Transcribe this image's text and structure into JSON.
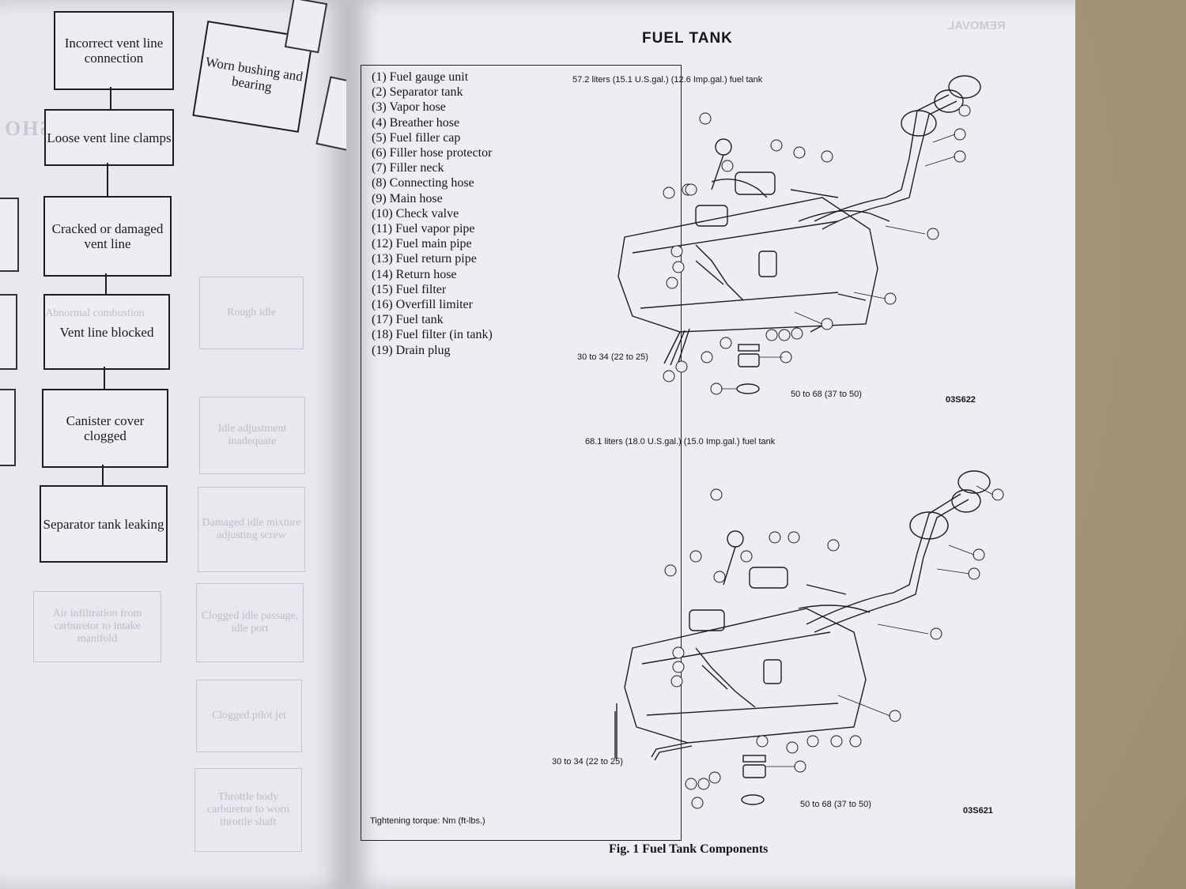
{
  "left_page": {
    "boxes": [
      {
        "name": "incorrect-vent-line-box",
        "text": "Incorrect vent line connection"
      },
      {
        "name": "worn-bushing-box",
        "text": "Worn bushing and bearing"
      },
      {
        "name": "loose-vent-line-box",
        "text": "Loose vent line clamps"
      },
      {
        "name": "cracked-vent-line-box",
        "text": "Cracked or damaged vent line"
      },
      {
        "name": "vent-line-blocked-box",
        "text": "Vent line blocked"
      },
      {
        "name": "canister-cover-box",
        "text": "Canister cover clogged"
      },
      {
        "name": "separator-tank-box",
        "text": "Separator tank leaking"
      }
    ],
    "ghost_text": [
      "TROUBLE SHO",
      "Rough idle",
      "Idle adjustment inadequate",
      "Damaged idle mixture adjusting screw",
      "Clogged idle passage, idle port",
      "Air infiltration from carburetor to intake manifold",
      "Clogged pilot jet",
      "Throttle body carburetor to worn throttle shaft",
      "Abnormal combustion"
    ]
  },
  "right_page": {
    "title": "FUEL TANK",
    "legend": [
      "(1) Fuel gauge unit",
      "(2) Separator tank",
      "(3) Vapor hose",
      "(4) Breather hose",
      "(5) Fuel filler cap",
      "(6) Filler hose protector",
      "(7) Filler neck",
      "(8) Connecting hose",
      "(9) Main hose",
      "(10) Check valve",
      "(11) Fuel vapor pipe",
      "(12) Fuel main pipe",
      "(13) Fuel return pipe",
      "(14) Return hose",
      "(15) Fuel filter",
      "(16) Overfill limiter",
      "(17) Fuel tank",
      "(18) Fuel filter (in tank)",
      "(19) Drain plug"
    ],
    "diagram_top": {
      "label": "57.2 liters (15.1 U.S.gal.) (12.6 Imp.gal.) fuel tank",
      "torque_mount": "30 to 34 (22 to 25)",
      "torque_drain": "50 to 68 (37 to 50)",
      "code": "03S622"
    },
    "diagram_bottom": {
      "label": "68.1 liters (18.0 U.S.gal.) (15.0 Imp.gal.) fuel tank",
      "torque_mount": "30 to 34 (22 to 25)",
      "torque_drain": "50 to 68 (37 to 50)",
      "code": "03S621"
    },
    "torque_note": "Tightening torque: Nm (ft-lbs.)",
    "caption": "Fig. 1  Fuel Tank Components",
    "ghost_header": "REMOVAL"
  },
  "colors": {
    "ink": "#151518",
    "page": "#edeef1",
    "carpet": "#b8a98d"
  }
}
